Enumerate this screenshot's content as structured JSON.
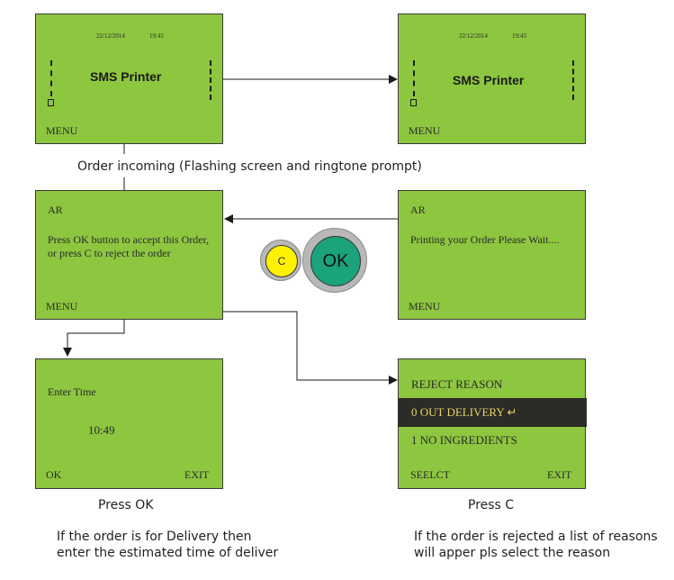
{
  "screens": {
    "top_left": {
      "date": "22/12/2014",
      "time": "19:45",
      "title": "SMS Printer",
      "menu": "MENU"
    },
    "top_right": {
      "date": "22/12/2014",
      "time": "19:45",
      "title": "SMS Printer",
      "menu": "MENU"
    },
    "mid_left": {
      "header": "AR",
      "body": "Press OK button to accept this Order, or press C to reject the order",
      "menu": "MENU"
    },
    "mid_right": {
      "header": "AR",
      "body": "Printing your Order Please Wait....",
      "menu": "MENU"
    },
    "bottom_left": {
      "label": "Enter Time",
      "value": "10:49",
      "left_soft": "OK",
      "right_soft": "EXIT"
    },
    "bottom_right": {
      "title": "REJECT REASON",
      "option_1": "0 OUT DELIVERY ↵",
      "option_2": "1 NO INGREDIENTS",
      "left_soft": "SEELCT",
      "right_soft": "EXIT"
    }
  },
  "buttons": {
    "c_label": "C",
    "ok_label": "OK",
    "c_color": "#fff200",
    "ok_color": "#1ba37b"
  },
  "captions": {
    "incoming": "Order incoming (Flashing screen and ringtone prompt)",
    "press_ok": "Press OK",
    "press_c": "Press C",
    "delivery_line1": "If the order is for Delivery then",
    "delivery_line2": "enter the estimated time of deliver",
    "reject_line1": "If the order is rejected a list of reasons",
    "reject_line2": "will apper pls select the reason"
  },
  "colors": {
    "lcd_green": "#8dc63f",
    "selection": "#2b2b27",
    "selection_text": "#e8d26a"
  }
}
